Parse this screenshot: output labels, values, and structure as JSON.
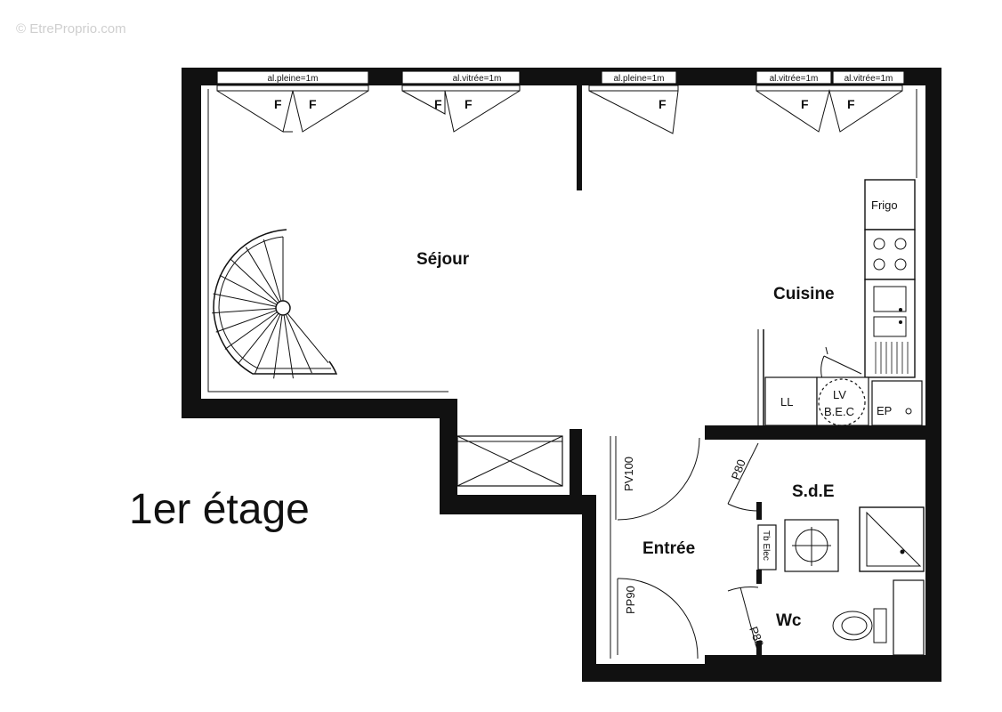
{
  "watermark": "© EtreProprio.com",
  "floor_title": "1er étage",
  "rooms": {
    "sejour": "Séjour",
    "cuisine": "Cuisine",
    "entree": "Entrée",
    "sde": "S.d.E",
    "wc": "Wc"
  },
  "window_labels": [
    "al.pleine=1m",
    "al.vitrée=1m",
    "al.pleine=1m",
    "al.vitrée=1m",
    "al.vitrée=1m"
  ],
  "window_leaf_label": "F",
  "fixtures": {
    "frigo": "Frigo",
    "ll": "LL",
    "lv": "LV",
    "bec": "B.E.C",
    "ep": "EP",
    "tb_elec": "Tb Elec"
  },
  "doors": {
    "pv100": "PV100",
    "p80_sde": "P80",
    "p80_wc": "P80",
    "pp90": "PP90"
  }
}
